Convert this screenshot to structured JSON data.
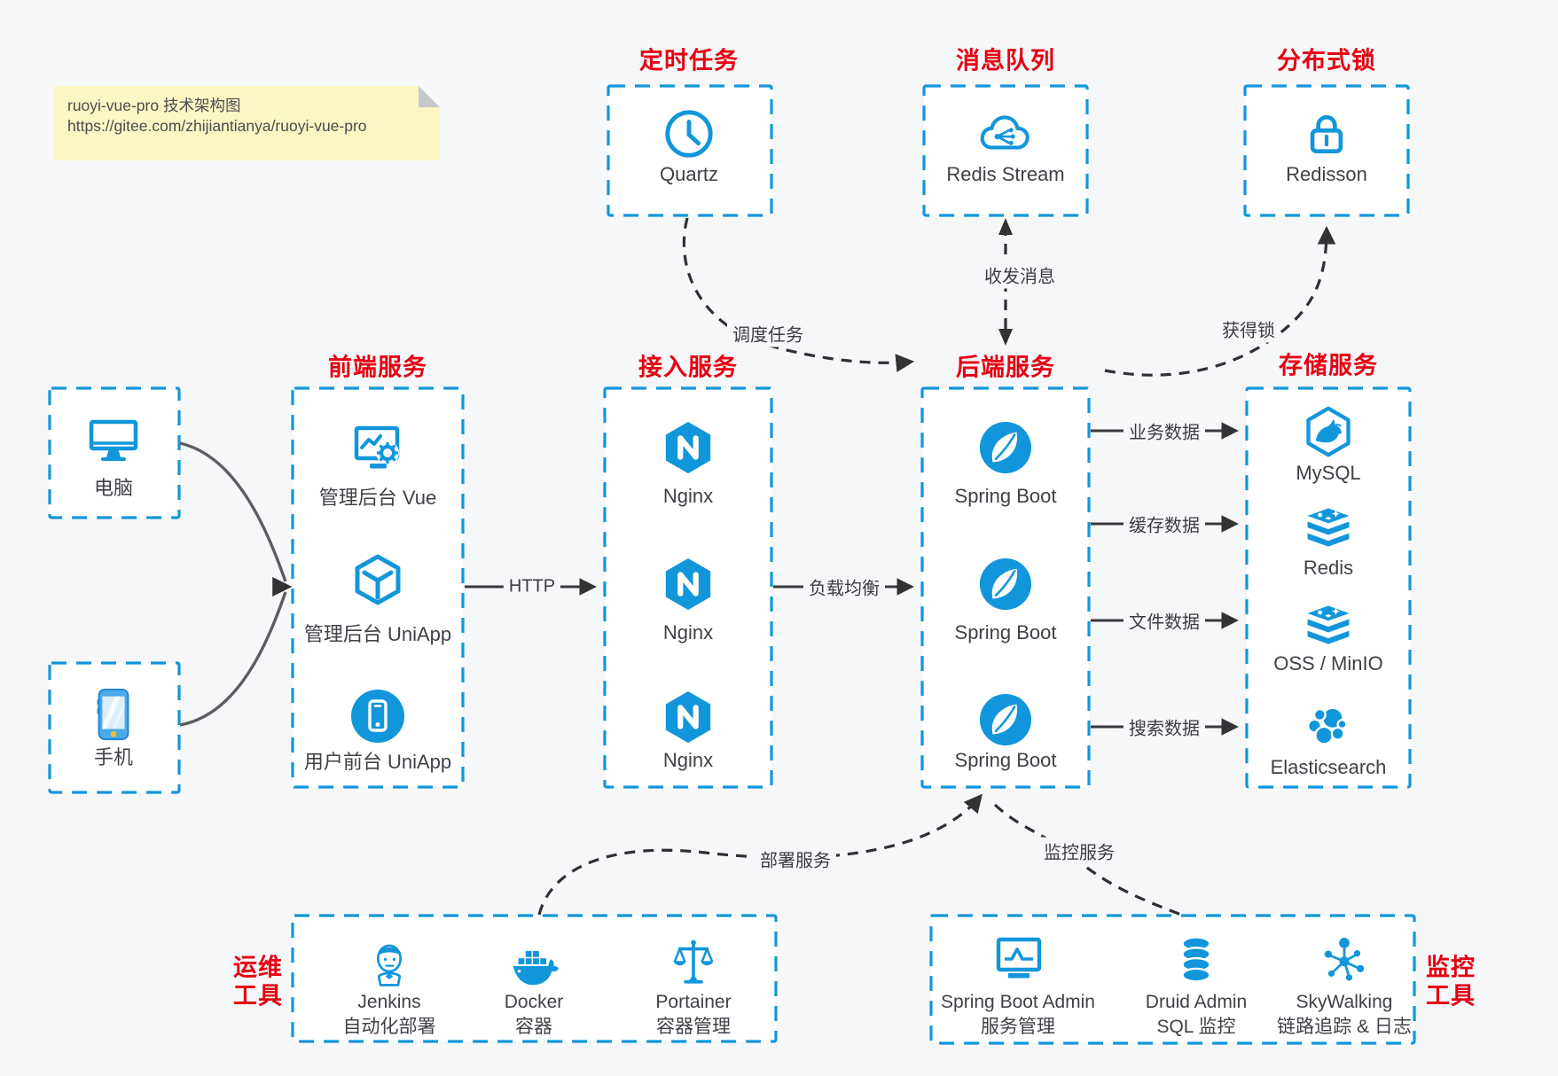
{
  "note": {
    "line1": "ruoyi-vue-pro 技术架构图",
    "line2": "https://gitee.com/zhijiantianya/ruoyi-vue-pro"
  },
  "colors": {
    "accent_blue": "#1296db",
    "title_red": "#e60013",
    "note_yellow": "#fbf6c3",
    "arrow_dark": "#333335",
    "background": "#f6f7f8"
  },
  "sections": {
    "scheduled_task": {
      "title": "定时任务",
      "item": {
        "label": "Quartz",
        "icon": "clock-icon"
      }
    },
    "message_queue": {
      "title": "消息队列",
      "item": {
        "label": "Redis Stream",
        "icon": "cloud-share-icon"
      }
    },
    "distributed_lock": {
      "title": "分布式锁",
      "item": {
        "label": "Redisson",
        "icon": "lock-icon"
      }
    },
    "devices": {
      "computer": {
        "label": "电脑",
        "icon": "desktop-icon"
      },
      "phone": {
        "label": "手机",
        "icon": "smartphone-icon"
      }
    },
    "frontend": {
      "title": "前端服务",
      "items": [
        {
          "label": "管理后台 Vue",
          "icon": "admin-vue-icon"
        },
        {
          "label": "管理后台 UniApp",
          "icon": "uniapp-cube-icon"
        },
        {
          "label": "用户前台 UniApp",
          "icon": "user-app-icon"
        }
      ]
    },
    "access": {
      "title": "接入服务",
      "items": [
        {
          "label": "Nginx",
          "icon": "nginx-icon"
        },
        {
          "label": "Nginx",
          "icon": "nginx-icon"
        },
        {
          "label": "Nginx",
          "icon": "nginx-icon"
        }
      ]
    },
    "backend": {
      "title": "后端服务",
      "items": [
        {
          "label": "Spring Boot",
          "icon": "spring-boot-icon"
        },
        {
          "label": "Spring Boot",
          "icon": "spring-boot-icon"
        },
        {
          "label": "Spring Boot",
          "icon": "spring-boot-icon"
        }
      ]
    },
    "storage": {
      "title": "存储服务",
      "items": [
        {
          "label": "MySQL",
          "icon": "mysql-icon"
        },
        {
          "label": "Redis",
          "icon": "redis-stack-icon"
        },
        {
          "label": "OSS / MinIO",
          "icon": "oss-stack-icon"
        },
        {
          "label": "Elasticsearch",
          "icon": "elasticsearch-icon"
        }
      ]
    },
    "ops": {
      "title_line1": "运维",
      "title_line2": "工具",
      "items": [
        {
          "name": "Jenkins",
          "desc": "自动化部署",
          "icon": "jenkins-icon"
        },
        {
          "name": "Docker",
          "desc": "容器",
          "icon": "docker-icon"
        },
        {
          "name": "Portainer",
          "desc": "容器管理",
          "icon": "portainer-icon"
        }
      ]
    },
    "monitoring": {
      "title_line1": "监控",
      "title_line2": "工具",
      "items": [
        {
          "name": "Spring Boot Admin",
          "desc": "服务管理",
          "icon": "spring-boot-admin-icon"
        },
        {
          "name": "Druid Admin",
          "desc": "SQL 监控",
          "icon": "druid-icon"
        },
        {
          "name": "SkyWalking",
          "desc": "链路追踪 & 日志",
          "icon": "skywalking-icon"
        }
      ]
    }
  },
  "arrows": {
    "http": "HTTP",
    "load_balance": "负载均衡",
    "business_data": "业务数据",
    "cache_data": "缓存数据",
    "file_data": "文件数据",
    "search_data": "搜索数据",
    "schedule": "调度任务",
    "message": "收发消息",
    "get_lock": "获得锁",
    "deploy": "部署服务",
    "monitor": "监控服务"
  }
}
